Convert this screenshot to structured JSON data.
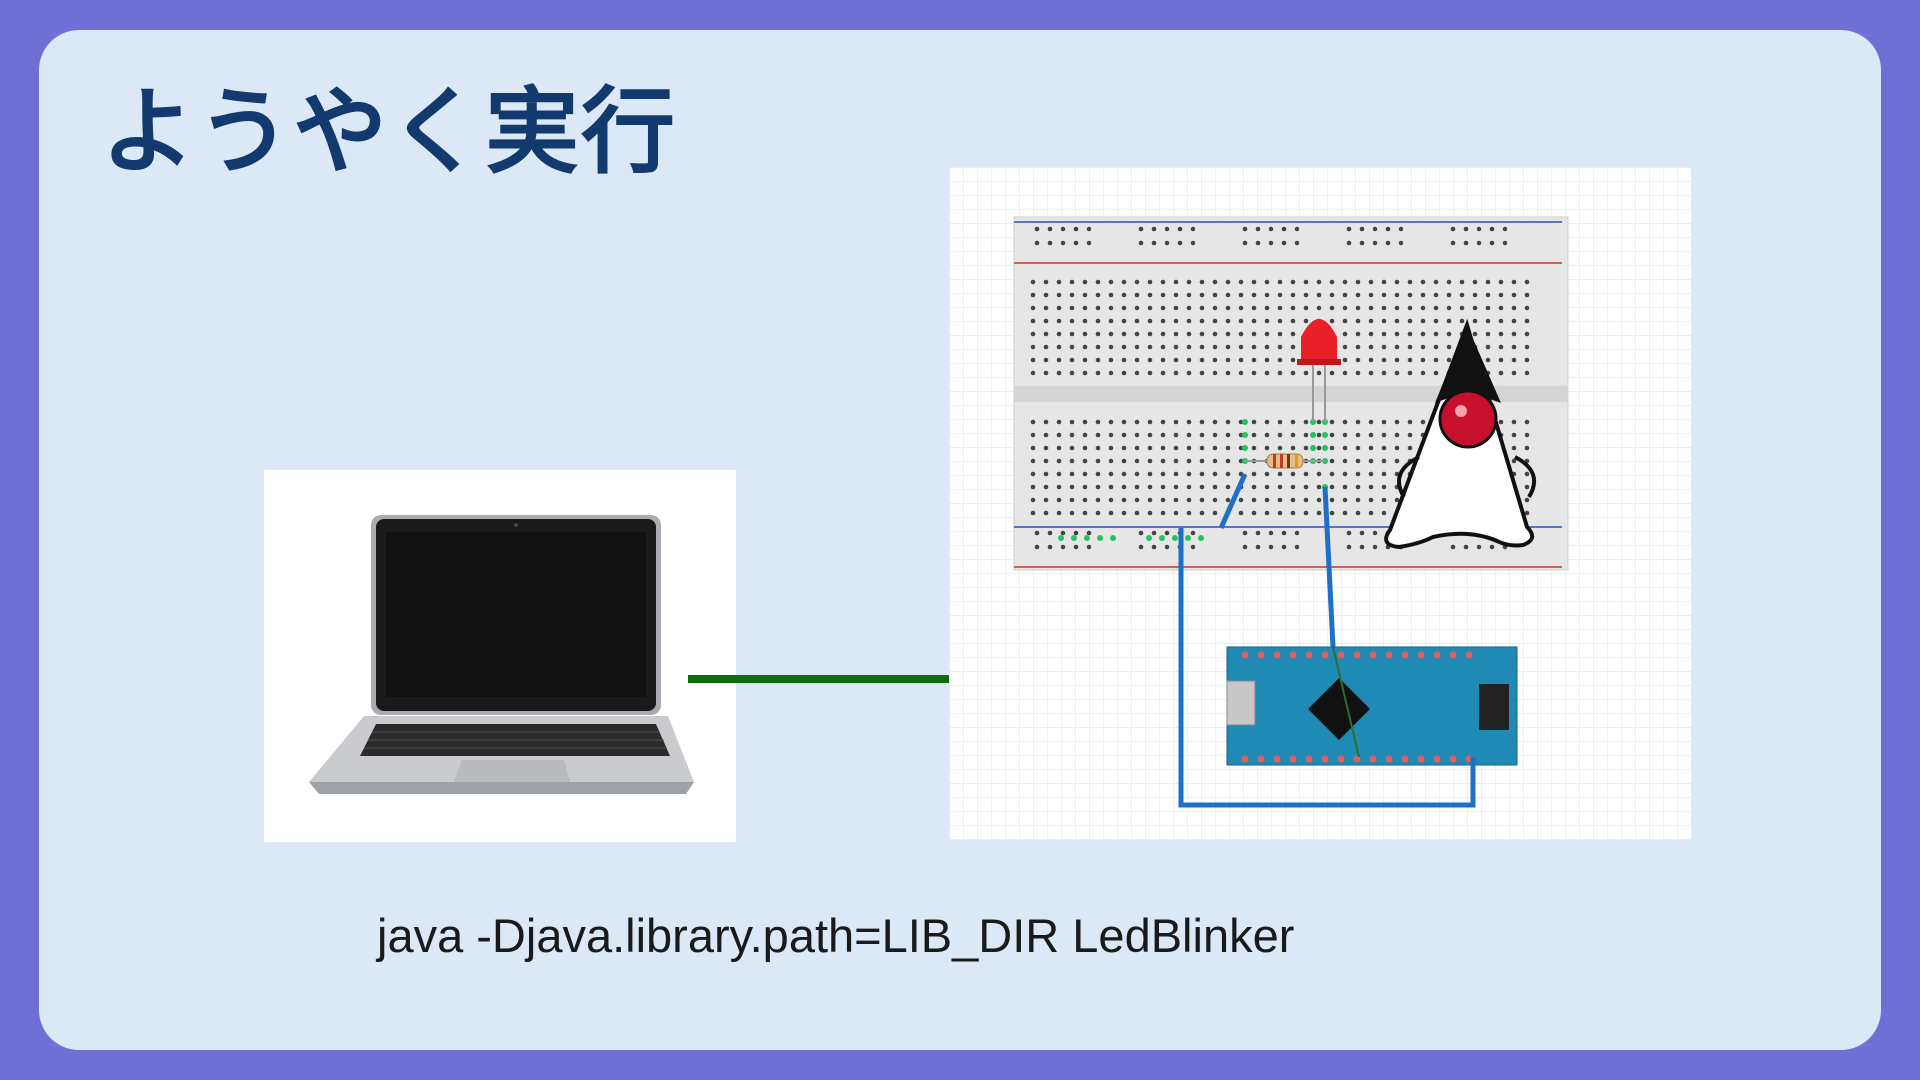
{
  "slide": {
    "title": "ようやく実行",
    "command": "java -Djava.library.path=LIB_DIR LedBlinker"
  },
  "colors": {
    "frame": "#6f70d6",
    "background": "#dde8f6",
    "title": "#123a6e",
    "arrow": "#0e6b0e",
    "wire": "#1d6fc8",
    "arduino_board": "#1f8bb5",
    "led": "#e8202a",
    "duke_nose": "#c8102e"
  },
  "images": {
    "laptop": "laptop-photo",
    "circuit": "breadboard-arduino-led-diagram",
    "mascot": "java-duke-mascot"
  }
}
